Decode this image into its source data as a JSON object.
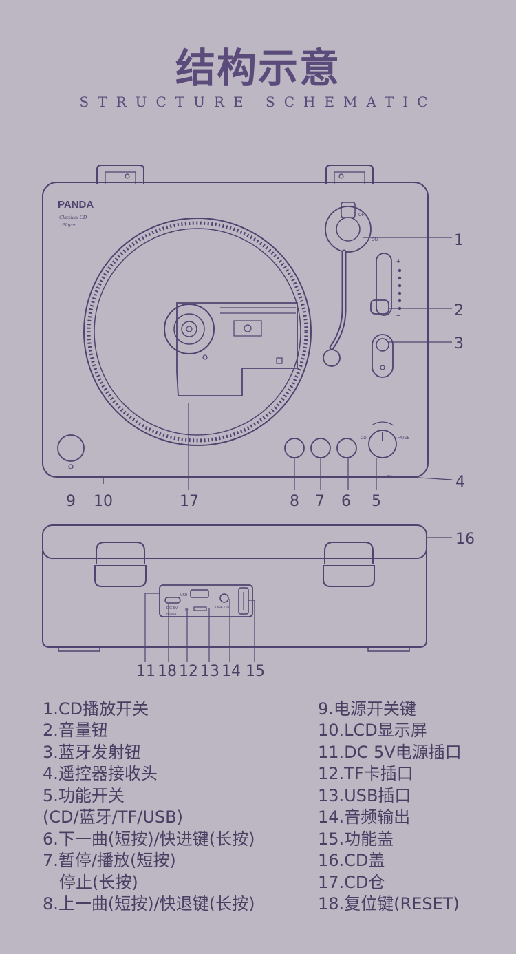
{
  "header": {
    "title": "结构示意",
    "subtitle": "STRUCTURE SCHEMATIC"
  },
  "device": {
    "brand": "PANDA",
    "model_line1": "Classical CD",
    "model_line2": "Player",
    "switch_off": "OFF",
    "switch_on": "ON",
    "volume_plus": "+",
    "volume_minus": "−",
    "mode_cd": "CD",
    "mode_tfusb": "TF/USB",
    "port_usb": "USB",
    "port_dc": "DC 5V",
    "port_reset": "RESET",
    "port_tf": "TF",
    "port_lineout": "LINE OUT"
  },
  "callouts": {
    "n1": "1",
    "n2": "2",
    "n3": "3",
    "n4": "4",
    "n5": "5",
    "n6": "6",
    "n7": "7",
    "n8": "8",
    "n9": "9",
    "n10": "10",
    "n11": "11",
    "n12": "12",
    "n13": "13",
    "n14": "14",
    "n15": "15",
    "n16": "16",
    "n17": "17",
    "n18": "18"
  },
  "legend": {
    "left": [
      "1.CD播放开关",
      "2.音量钮",
      "3.蓝牙发射钮",
      "4.遥控器接收头",
      "5.功能开关",
      "(CD/蓝牙/TF/USB)",
      "6.下一曲(短按)/快进键(长按)",
      "7.暂停/播放(短按)",
      "停止(长按)",
      "8.上一曲(短按)/快退键(长按)"
    ],
    "right": [
      "9.电源开关键",
      "10.LCD显示屏",
      "11.DC 5V电源插口",
      "12.TF卡插口",
      "13.USB插口",
      "14.音频输出",
      "15.功能盖",
      "16.CD盖",
      "17.CD仓",
      "18.复位键(RESET)"
    ]
  }
}
